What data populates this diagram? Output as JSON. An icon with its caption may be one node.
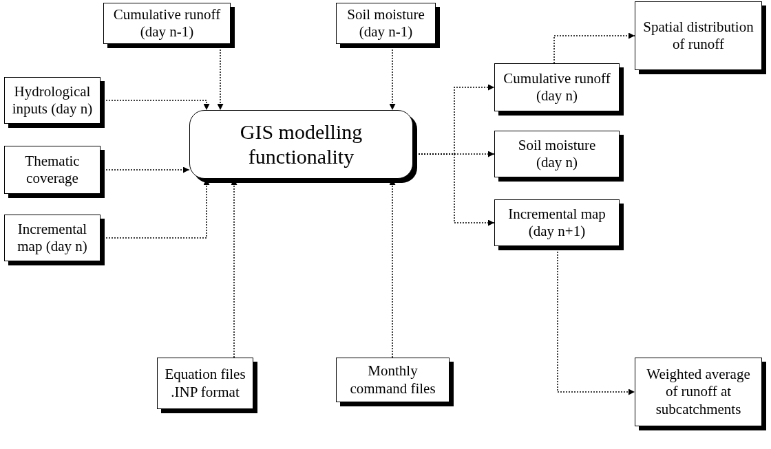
{
  "diagram": {
    "nodes": [
      {
        "text": [
          "Cumulative runoff (day n-1)"
        ]
      },
      {
        "text": [
          "Soil moisture (day n-1)"
        ]
      },
      {
        "text": [
          "Spatial distribution of runoff"
        ]
      },
      {
        "text": [
          "Hydrological inputs (day n)"
        ]
      },
      {
        "text": [
          "GIS modelling functionality"
        ]
      },
      {
        "text": [
          "Cumulative runoff (day n)"
        ]
      },
      {
        "text": [
          "Thematic coverage"
        ]
      },
      {
        "text": [
          "Soil moisture (day n)"
        ]
      },
      {
        "text": [
          "Incremental map (day n)"
        ]
      },
      {
        "text": [
          "Incremental map (day n+1)"
        ]
      },
      {
        "text": [
          "Equation files .INP format"
        ]
      },
      {
        "text": [
          "Monthly command files"
        ]
      },
      {
        "text": [
          "Weighted average of runoff at subcatchments"
        ]
      }
    ],
    "edges": [
      {
        "from": 0,
        "to": 4,
        "arrow": "to"
      },
      {
        "from": 1,
        "to": 4,
        "arrow": "to"
      },
      {
        "from": 3,
        "to": 4,
        "arrow": "to"
      },
      {
        "from": 6,
        "to": 4,
        "arrow": "to"
      },
      {
        "from": 8,
        "to": 4,
        "arrow": "to"
      },
      {
        "from": 10,
        "to": 4,
        "arrow": "to"
      },
      {
        "from": 11,
        "to": 4,
        "arrow": "to"
      },
      {
        "from": 4,
        "to": 5,
        "arrow": "to"
      },
      {
        "from": 4,
        "to": 7,
        "arrow": "to"
      },
      {
        "from": 4,
        "to": 9,
        "arrow": "to"
      },
      {
        "from": 5,
        "to": 2,
        "arrow": "to"
      },
      {
        "from": 9,
        "to": 12,
        "arrow": "to"
      }
    ]
  }
}
